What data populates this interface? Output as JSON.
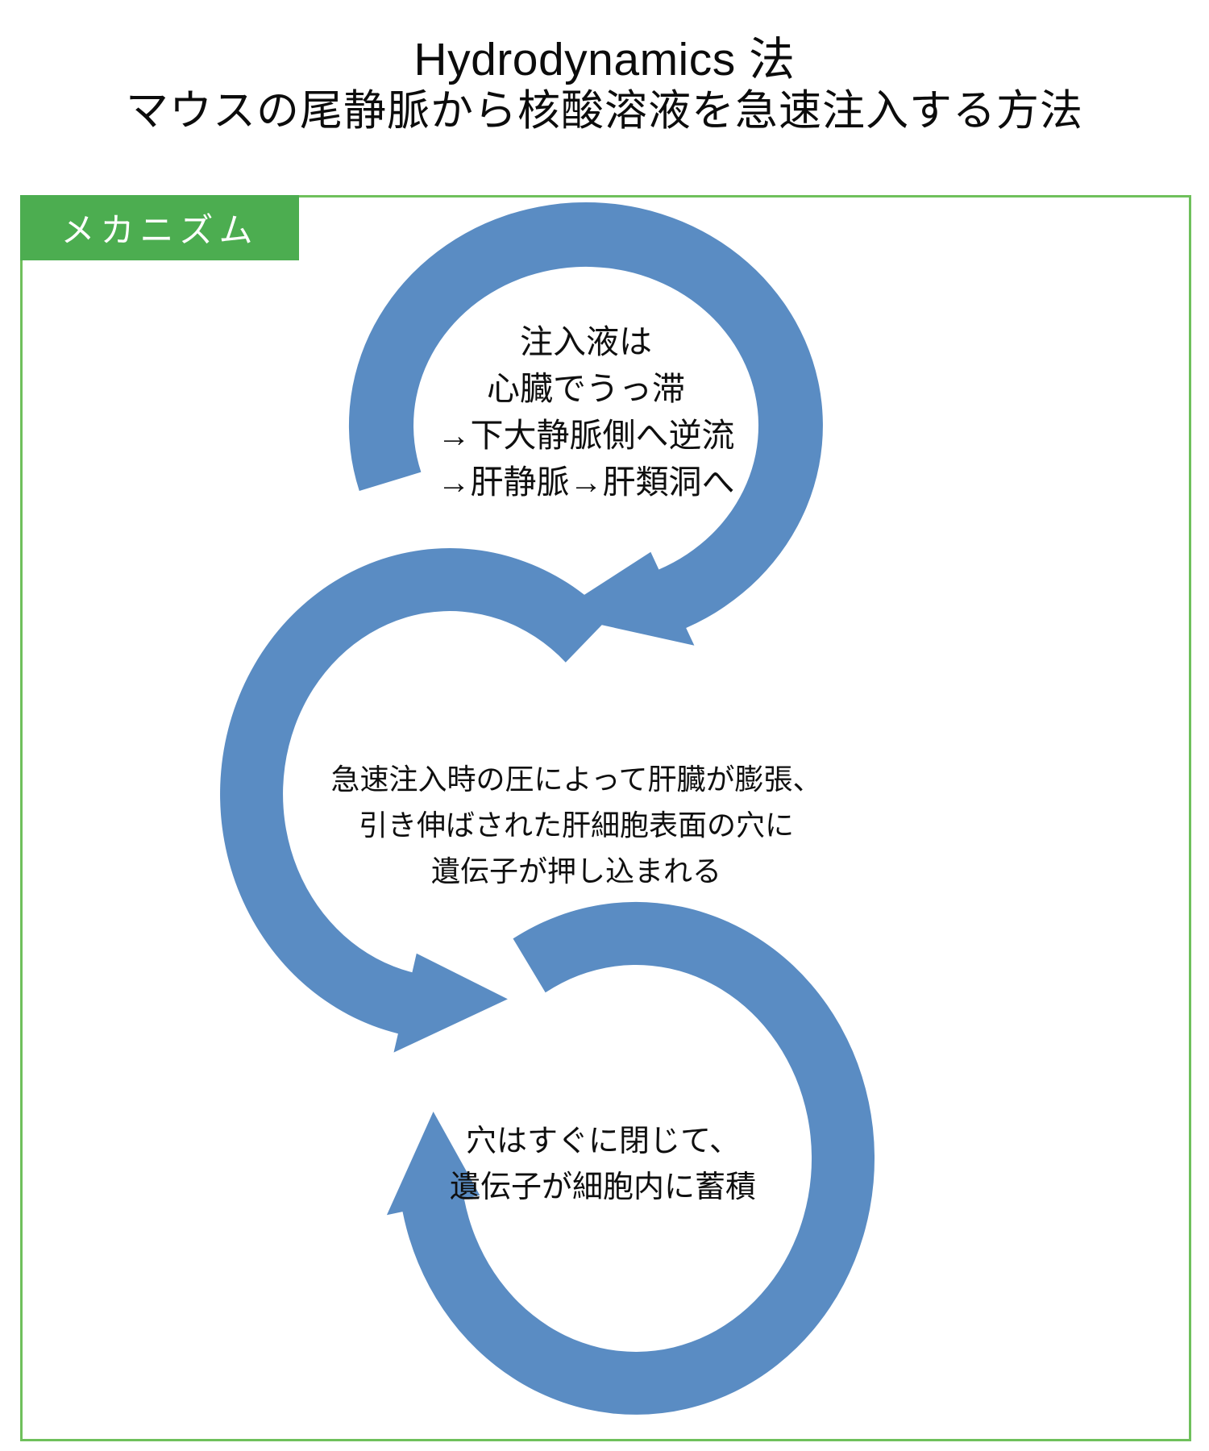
{
  "title": {
    "line1": "Hydrodynamics 法",
    "line2": "マウスの尾静脈から核酸溶液を急速注入する方法"
  },
  "panel": {
    "label": "メカニズム"
  },
  "steps": [
    {
      "name": "circulation-step",
      "lines": [
        "注入液は",
        "心臓でうっ滞",
        "→下大静脈側へ逆流",
        "→肝静脈→肝類洞へ"
      ]
    },
    {
      "name": "pressure-step",
      "lines": [
        "急速注入時の圧によって肝臓が膨張、",
        "引き伸ばされた肝細胞表面の穴に",
        "遺伝子が押し込まれる"
      ]
    },
    {
      "name": "accumulation-step",
      "lines": [
        "穴はすぐに閉じて、",
        "遺伝子が細胞内に蓄積"
      ]
    }
  ],
  "colors": {
    "arrow_blue": "#5A8CC3",
    "panel_green": "#4CAD50",
    "panel_border_green": "#6FC05C",
    "text_black": "#0D0D0D",
    "label_text": "#FFFFFF"
  }
}
